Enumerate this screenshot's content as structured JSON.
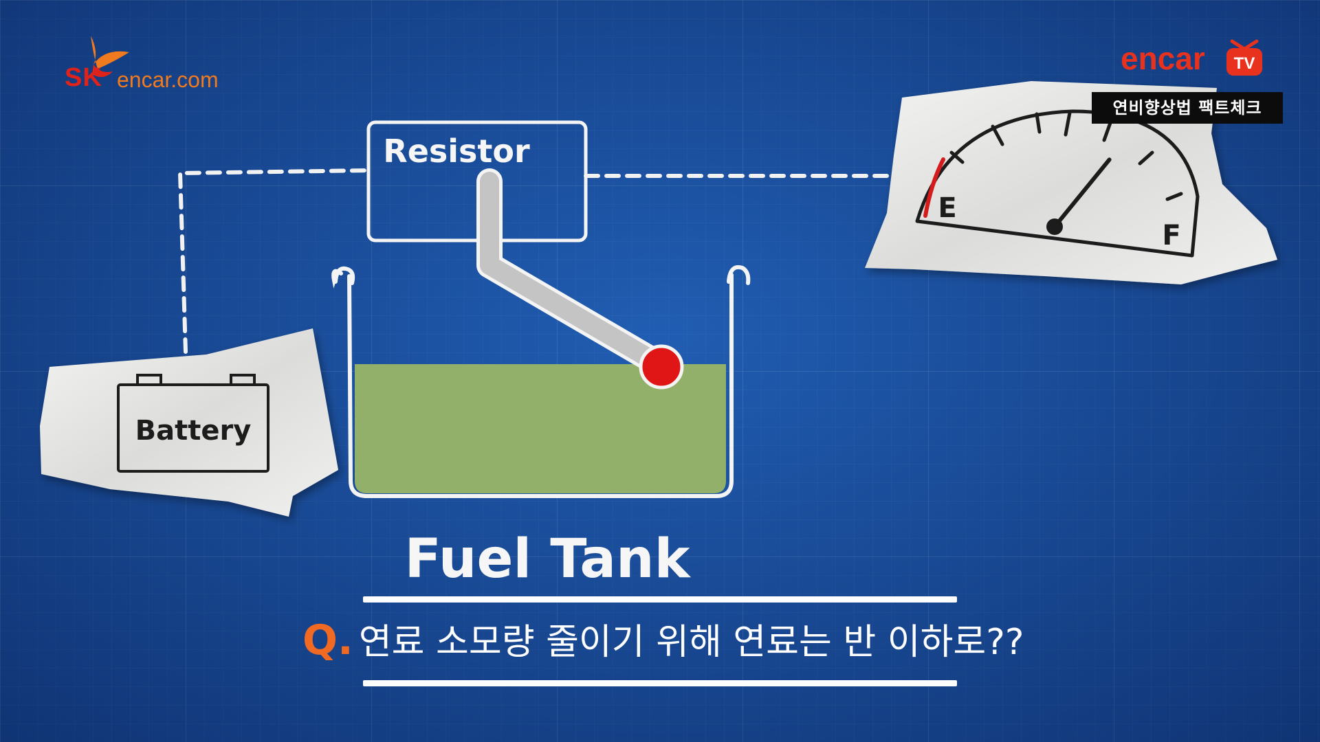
{
  "brand": {
    "sk": "SK",
    "sk_site": "encar.com",
    "tv_name": "encar",
    "tv_mark": "TV",
    "tv_badge": "연비향상법 팩트체크",
    "colors": {
      "red": "#e0231a",
      "orange": "#f07a1e",
      "blueprint": "#1a4fa0"
    }
  },
  "diagram": {
    "resistor_label": "Resistor",
    "battery_label": "Battery",
    "fuel_tank_label": "Fuel Tank",
    "gauge": {
      "empty_label": "E",
      "full_label": "F",
      "needle_level": 0.78
    },
    "tank_fill_level": 0.5
  },
  "caption": {
    "prefix": "Q.",
    "question": "연료 소모량 줄이기 위해 연료는 반 이하로??"
  }
}
